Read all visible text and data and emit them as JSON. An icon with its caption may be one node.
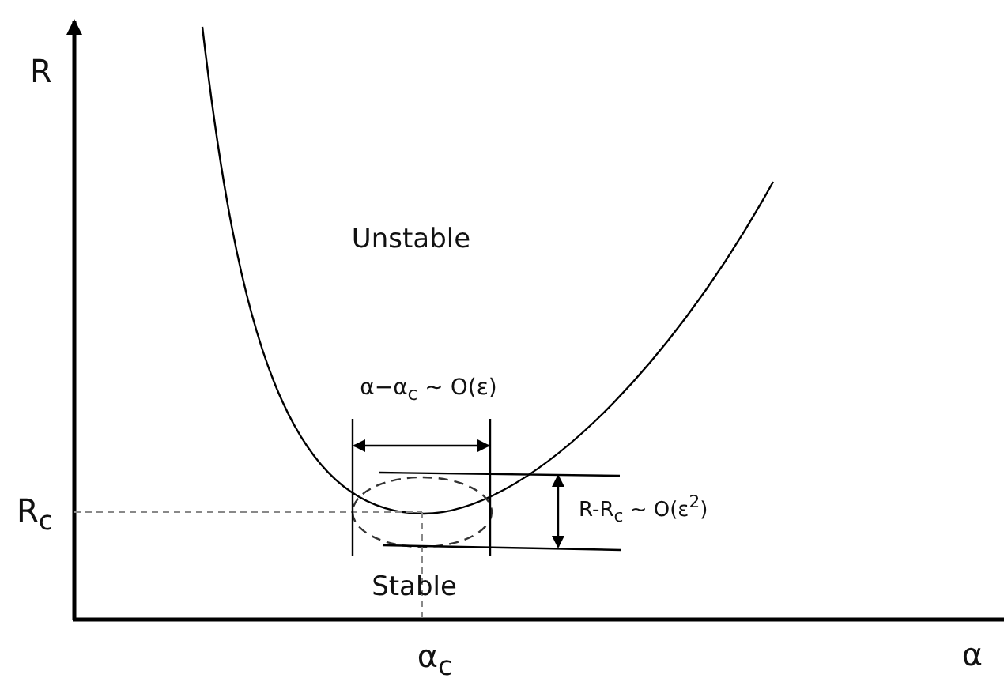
{
  "diagram": {
    "labels": [
      "R",
      "Unstable",
      "α−α$_{c}$ ~ O(ε)",
      "R$_{c}$",
      "R-R$_{c}$ ~ O(ε$^{2}$)",
      "Stable",
      "α$_{c}$",
      "α"
    ]
  }
}
